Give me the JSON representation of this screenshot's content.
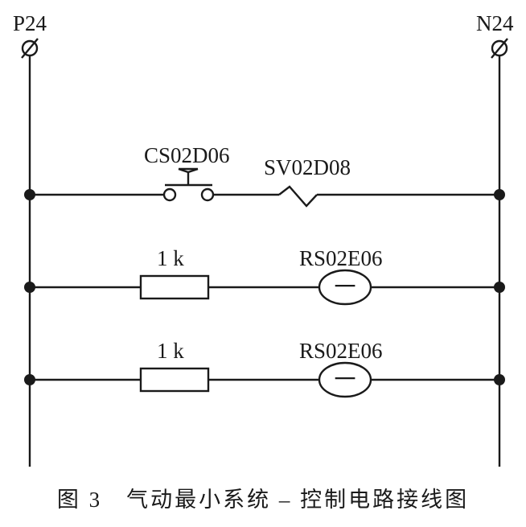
{
  "rails": {
    "left": {
      "label": "P24"
    },
    "right": {
      "label": "N24"
    }
  },
  "branches": [
    {
      "kind": "switch-solenoid",
      "switch_label": "CS02D06",
      "solenoid_label": "SV02D08"
    },
    {
      "kind": "resistor-lamp",
      "resistor_label": "1 k",
      "lamp_label": "RS02E06",
      "lamp_symbol": "一"
    },
    {
      "kind": "resistor-lamp",
      "resistor_label": "1 k",
      "lamp_label": "RS02E06",
      "lamp_symbol": "一"
    }
  ],
  "caption": "图 3　气动最小系统 – 控制电路接线图",
  "colors": {
    "ink": "#1a1a1a",
    "background": "#ffffff"
  }
}
